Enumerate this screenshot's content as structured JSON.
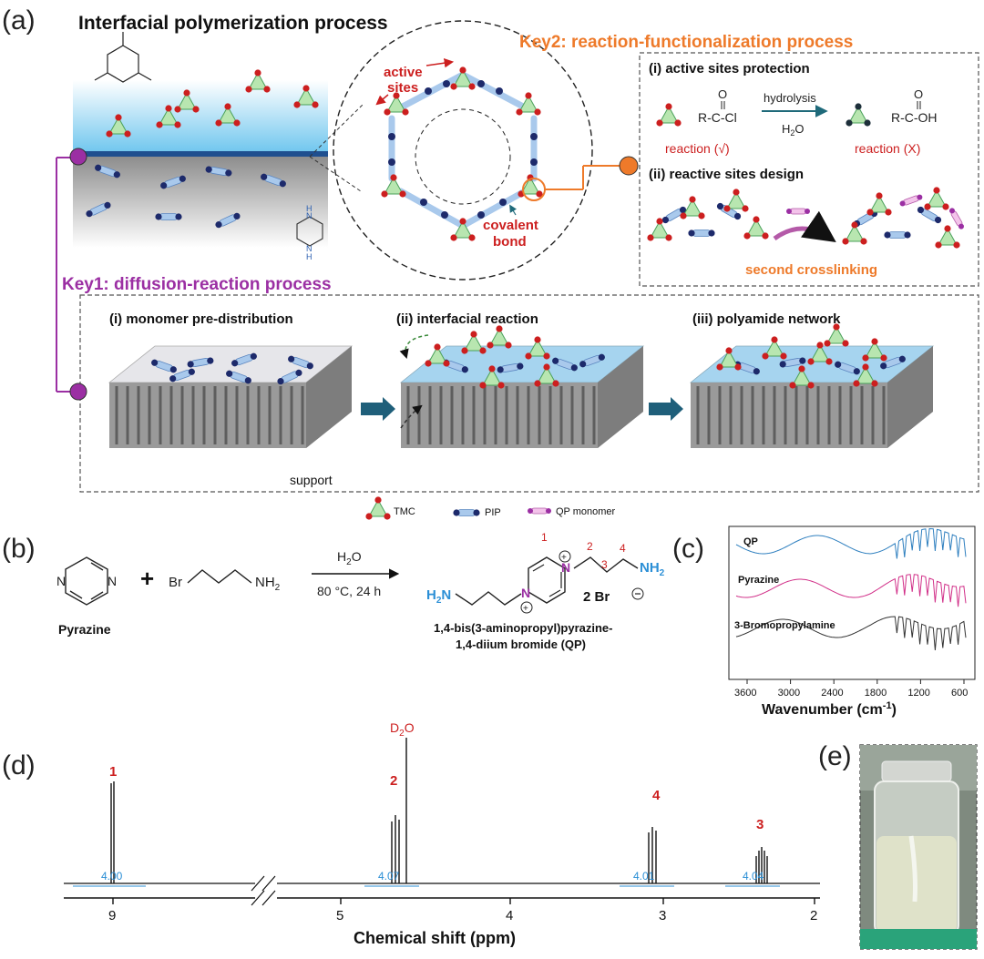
{
  "panel_labels": {
    "a": "(a)",
    "b": "(b)",
    "c": "(c)",
    "d": "(d)",
    "e": "(e)"
  },
  "panel_a": {
    "title": "Interfacial polymerization process",
    "active_sites": [
      "active",
      "sites"
    ],
    "covalent_bond": [
      "covalent",
      "bond"
    ],
    "key2_title": "Key2: reaction-functionalization process",
    "key2_i": "(i) active sites protection",
    "acyl_chloride": "R-C-Cl",
    "carboxylic_acid": "R-C-OH",
    "carbonyl_o": "O",
    "hydrolysis": "hydrolysis",
    "water": "H",
    "water_sub": "2",
    "water_o": "O",
    "reaction_yes": "reaction (√)",
    "reaction_no": "reaction (X)",
    "key2_ii": "(ii) reactive sites design",
    "second_crosslinking": "second crosslinking",
    "key1_title": "Key1: diffusion-reaction process",
    "step_i": "(i) monomer pre-distribution",
    "step_ii": "(ii) interfacial reaction",
    "step_iii": "(iii) polyamide network",
    "support": "support",
    "legend": [
      "TMC",
      "PIP",
      "QP monomer"
    ],
    "pip_n": "N",
    "pip_h": "H"
  },
  "panel_b": {
    "pyrazine": "Pyrazine",
    "plus": "+",
    "br": "Br",
    "nh2": "NH",
    "nh2_sub": "2",
    "cond_water": "H",
    "cond_water_sub": "2",
    "cond_water_o": "O",
    "cond_temp": "80 °C, 24 h",
    "h2n": "H",
    "h2n_sub": "2",
    "h2n_n": "N",
    "ring_n": "N",
    "positions": [
      "1",
      "2",
      "3",
      "4"
    ],
    "br_counter": "2 Br",
    "product_name_1": "1,4-bis(3-aminopropyl)pyrazine-",
    "product_name_2": "1,4-diium bromide (QP)"
  },
  "panel_c": {
    "series": [
      "QP",
      "Pyrazine",
      "3-Bromopropylamine"
    ],
    "ticks": [
      "3600",
      "3000",
      "2400",
      "1800",
      "1200",
      "600"
    ],
    "xlabel": "Wavenumber (cm",
    "xlabel_sup": "-1",
    "xlabel_end": ")",
    "colors": {
      "QP": "#2e7fbf",
      "Pyrazine": "#d12f88",
      "3-Bromopropylamine": "#333333"
    }
  },
  "panel_d": {
    "d2o": "D",
    "d2o_sub": "2",
    "d2o_o": "O",
    "peak_labels": [
      "1",
      "2",
      "4",
      "3"
    ],
    "integrals": [
      "4.00",
      "4.07",
      "4.01",
      "4.04"
    ],
    "ticks": [
      "9",
      "5",
      "4",
      "3",
      "2"
    ],
    "xlabel": "Chemical shift (ppm)"
  },
  "colors": {
    "purple": "#9b2fa3",
    "orange": "#ee7a2a",
    "red": "#cc1f1f",
    "blue": "#2b8fd6",
    "navy": "#1d2a6b",
    "green": "#b8e6b0"
  }
}
